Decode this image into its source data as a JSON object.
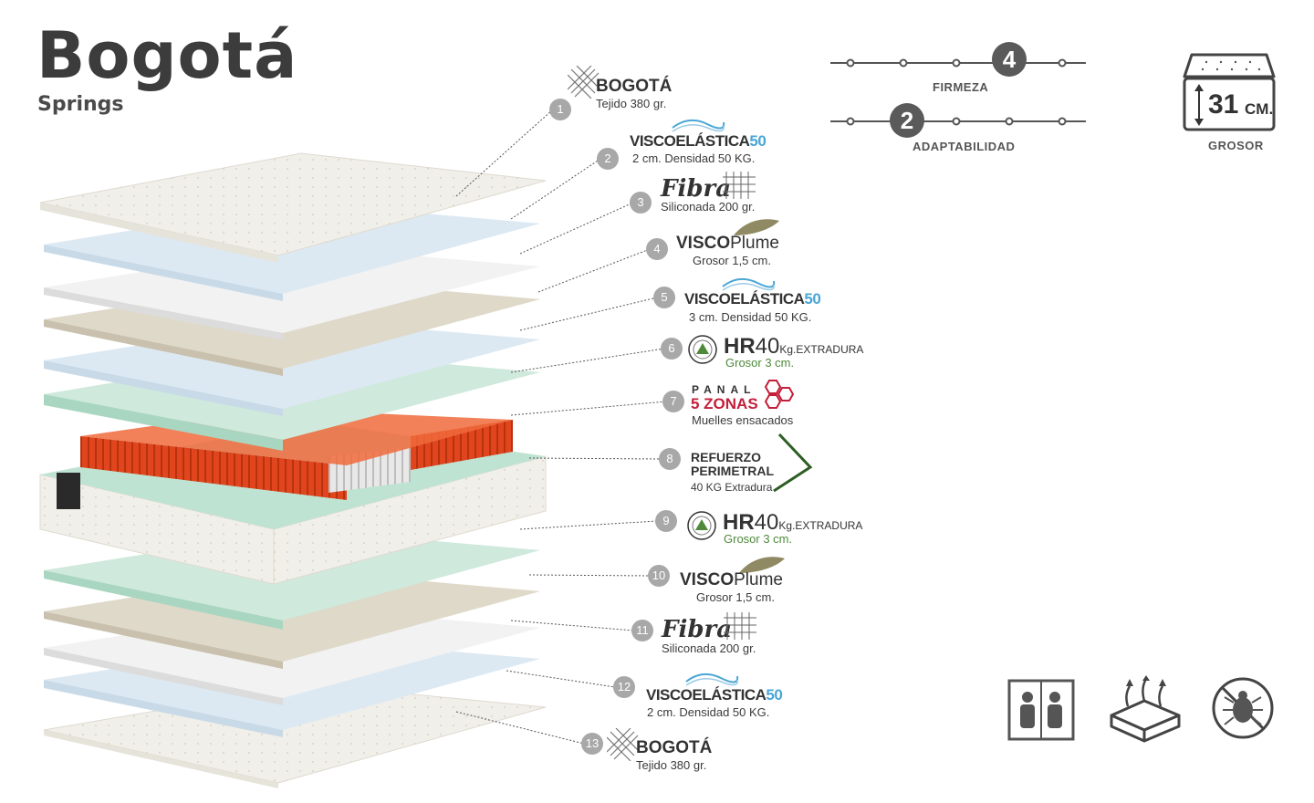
{
  "brand": {
    "title": "Bogotá",
    "subtitle": "Springs"
  },
  "layers": [
    {
      "num": "1",
      "title": "BOGOTÁ",
      "desc": "Tejido 380 gr."
    },
    {
      "num": "2",
      "title_a": "VISCOELÁSTICA",
      "title_b": "50",
      "desc": "2 cm. Densidad 50 KG."
    },
    {
      "num": "3",
      "title": "Fibra",
      "desc": "Siliconada 200 gr."
    },
    {
      "num": "4",
      "title_a": "VISCO",
      "title_b": "Plume",
      "desc": "Grosor 1,5 cm."
    },
    {
      "num": "5",
      "title_a": "VISCOELÁSTICA",
      "title_b": "50",
      "desc": "3 cm. Densidad 50 KG."
    },
    {
      "num": "6",
      "title_a": "HR",
      "title_b": "40",
      "title_c": "Kg.",
      "title_d": "EXTRADURA",
      "desc": "Grosor 3 cm."
    },
    {
      "num": "7",
      "title_a": "PANAL",
      "title_b": "5 ZONAS",
      "desc": "Muelles ensacados"
    },
    {
      "num": "8",
      "title_a": "REFUERZO",
      "title_b": "PERIMETRAL",
      "desc": "40 KG Extradura"
    },
    {
      "num": "9",
      "title_a": "HR",
      "title_b": "40",
      "title_c": "Kg.",
      "title_d": "EXTRADURA",
      "desc": "Grosor 3 cm."
    },
    {
      "num": "10",
      "title_a": "VISCO",
      "title_b": "Plume",
      "desc": "Grosor 1,5 cm."
    },
    {
      "num": "11",
      "title": "Fibra",
      "desc": "Siliconada 200 gr."
    },
    {
      "num": "12",
      "title_a": "VISCOELÁSTICA",
      "title_b": "50",
      "desc": "2 cm. Densidad 50 KG."
    },
    {
      "num": "13",
      "title": "BOGOTÁ",
      "desc": "Tejido 380 gr."
    }
  ],
  "ratings": {
    "firmeza": {
      "label": "FIRMEZA",
      "value": "4",
      "max": 5
    },
    "adaptabilidad": {
      "label": "ADAPTABILIDAD",
      "value": "2",
      "max": 5
    }
  },
  "thickness": {
    "value": "31",
    "unit": "CM.",
    "label": "GROSOR"
  },
  "feature_icons": [
    "two-person-icon",
    "breathable-icon",
    "anti-mite-icon"
  ],
  "colors": {
    "visco": "#4aa6d6",
    "hr_green": "#4e8a3a",
    "panal_red": "#c41e3a",
    "spring_orange": "#e0451d",
    "badge_gray": "#a8a8a8",
    "perimetral_green": "#2d5e24"
  }
}
